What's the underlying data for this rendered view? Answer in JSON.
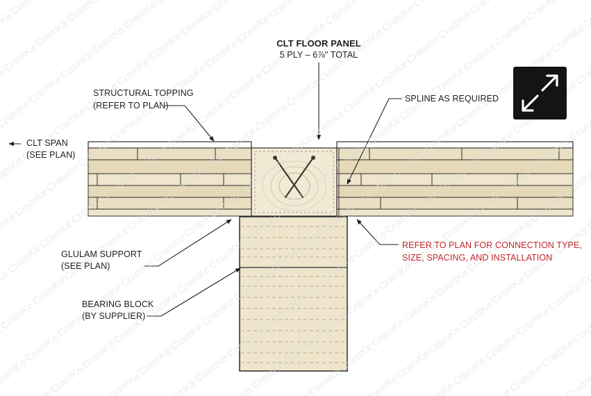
{
  "title": {
    "line1": "CLT FLOOR PANEL",
    "line2": "5 PLY – 6⅞\" TOTAL"
  },
  "callouts": {
    "topping_line1": "STRUCTURAL TOPPING",
    "topping_line2": "(REFER TO PLAN)",
    "span_line1": "CLT SPAN",
    "span_line2": "(SEE PLAN)",
    "spline": "SPLINE AS REQUIRED",
    "glulam_line1": "GLULAM SUPPORT",
    "glulam_line2": "(SEE PLAN)",
    "bearing_line1": "BEARING BLOCK",
    "bearing_line2": "(BY SUPPLIER)",
    "connection_line1": "REFER TO PLAN FOR CONNECTION TYPE,",
    "connection_line2": "SIZE, SPACING, AND INSTALLATION"
  },
  "watermark": "CramKey",
  "controls": {
    "expand_icon": "expand-arrows-icon"
  },
  "colors": {
    "wood_light": "#eee5cc",
    "wood_mid": "#e8dcbc",
    "line": "#2a2a2a",
    "callout_red": "#c0262b",
    "button_bg": "#141414"
  }
}
